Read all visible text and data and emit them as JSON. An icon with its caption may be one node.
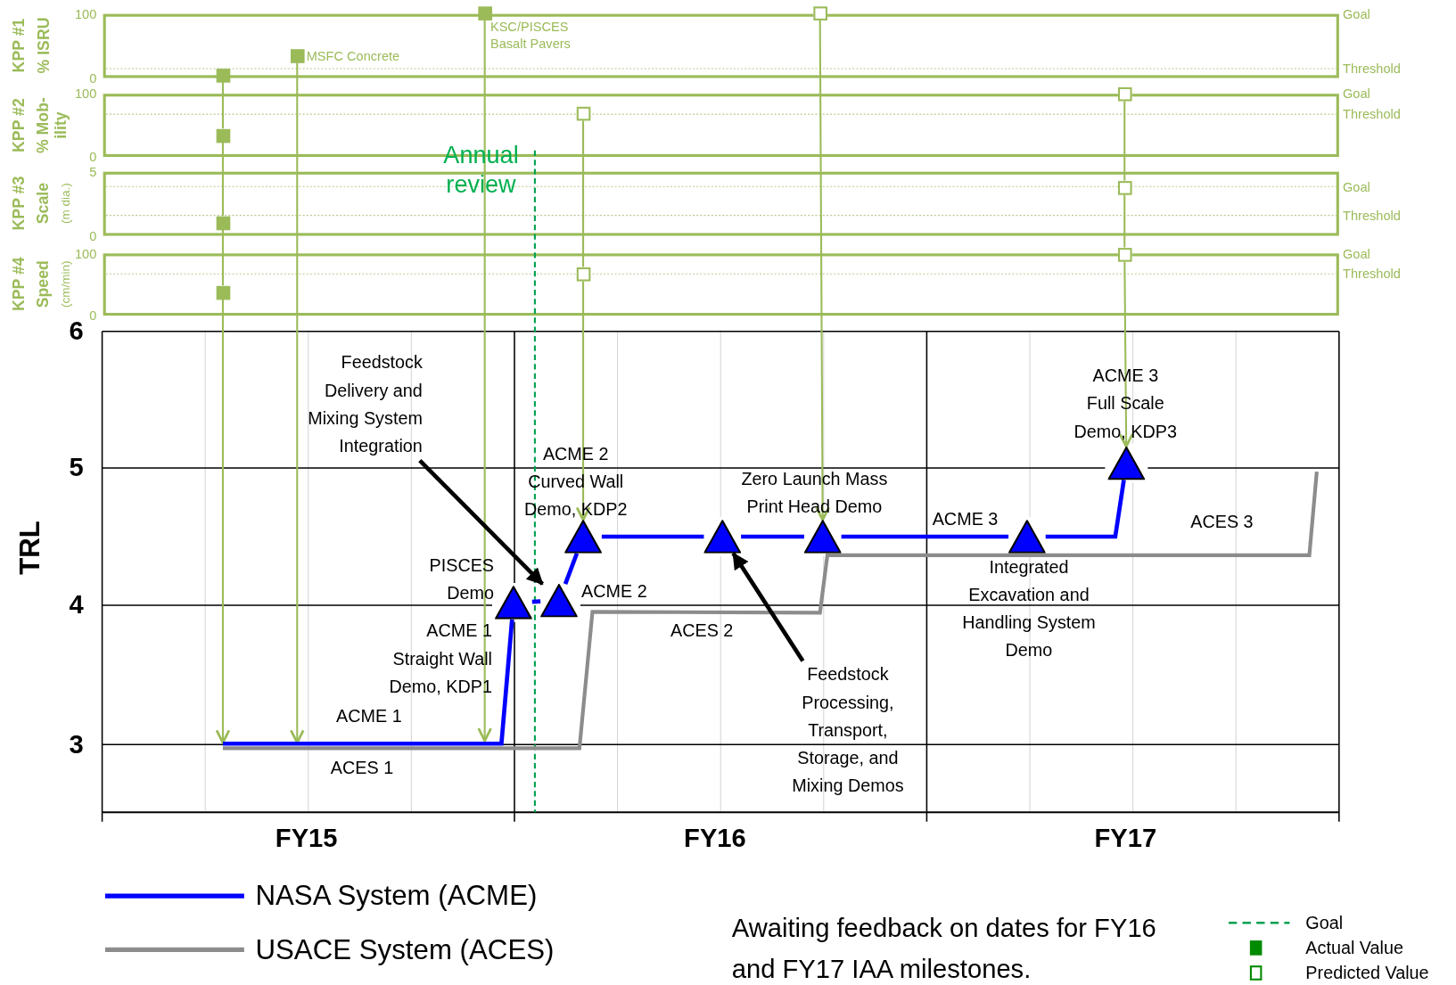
{
  "diagram": {
    "nodes": [
      {
        "text": [],
        "shape": "box",
        "beside": [
          "KSC/PISCES Basalt Pavers"
        ]
      },
      {
        "text": [],
        "shape": "box"
      },
      {
        "text": [],
        "shape": "box",
        "beside": [
          "MSFC Concrete"
        ]
      },
      {
        "text": [],
        "shape": "box"
      },
      {
        "text": [],
        "shape": "box"
      },
      {
        "text": [],
        "shape": "box"
      },
      {
        "text": [],
        "shape": "box"
      },
      {
        "text": [],
        "shape": "box"
      },
      {
        "text": [],
        "shape": "box"
      },
      {
        "text": [],
        "shape": "box"
      },
      {
        "text": [],
        "shape": "box"
      },
      {
        "text": [],
        "shape": "box"
      },
      {
        "text": [
          "Feedstock Delivery and Mixing System Integration"
        ]
      },
      {
        "text": [],
        "shape": "triangle",
        "beside": [
          "ACME 3 Full Scale Demo, KDP3"
        ]
      },
      {
        "text": [],
        "shape": "triangle",
        "beside": [
          "ACME 2 Curved Wall Demo, KDP2"
        ]
      },
      {
        "text": [],
        "shape": "triangle"
      },
      {
        "text": [],
        "shape": "triangle",
        "beside": [
          "Zero Launch Mass Print Head Demo"
        ]
      },
      {
        "text": [],
        "shape": "triangle",
        "beside": [
          "Integrated Excavation and Handling System Demo"
        ]
      },
      {
        "text": [],
        "shape": "triangle",
        "beside": [
          "PISCES Demo"
        ]
      },
      {
        "text": [],
        "shape": "triangle"
      },
      {
        "text": [
          "Feedstock Processing, Transport, Storage, and Mixing Demos"
        ]
      }
    ],
    "edges": [
      {
        "from": 3,
        "to": 6,
        "arrow": "none"
      },
      {
        "from": 6,
        "to": 8,
        "arrow": "none"
      },
      {
        "from": 8,
        "to": 11,
        "arrow": "none"
      },
      {
        "from": 11,
        "to": null,
        "arrow": "to"
      },
      {
        "from": 2,
        "to": null,
        "arrow": "to"
      },
      {
        "from": 0,
        "to": null,
        "arrow": "to"
      },
      {
        "from": 5,
        "to": 10,
        "arrow": "none"
      },
      {
        "from": 10,
        "to": 14,
        "arrow": "to"
      },
      {
        "from": 1,
        "to": 16,
        "arrow": "to"
      },
      {
        "from": 4,
        "to": 7,
        "arrow": "none"
      },
      {
        "from": 7,
        "to": 9,
        "arrow": "none"
      },
      {
        "from": 9,
        "to": 13,
        "arrow": "to"
      },
      {
        "from": 12,
        "to": 19,
        "arrow": "to",
        "style": "thick",
        "color": "#000000"
      },
      {
        "from": 20,
        "to": 15,
        "arrow": "to",
        "style": "thick",
        "color": "#000000"
      },
      {
        "from": null,
        "to": 18,
        "arrow": "none",
        "style": "thick",
        "color": "#0000ff"
      },
      {
        "from": 18,
        "to": 19,
        "arrow": "none",
        "style": "thick",
        "color": "#0000ff"
      },
      {
        "from": 19,
        "to": 14,
        "arrow": "none",
        "style": "thick",
        "color": "#0000ff"
      },
      {
        "from": 14,
        "to": 15,
        "arrow": "none",
        "style": "thick",
        "color": "#0000ff"
      },
      {
        "from": 15,
        "to": 16,
        "arrow": "none",
        "style": "thick",
        "color": "#0000ff"
      },
      {
        "from": 16,
        "to": 17,
        "arrow": "none",
        "style": "thick",
        "color": "#0000ff"
      },
      {
        "from": 17,
        "to": 13,
        "arrow": "none",
        "style": "thick",
        "color": "#0000ff"
      }
    ],
    "labels": [
      "KPP #1",
      "% ISRU",
      "100",
      "0",
      "Goal",
      "Threshold",
      "KPP #2",
      "% Mob- ility",
      "100",
      "0",
      "Goal",
      "Threshold",
      "KPP #3",
      "Scale",
      "(m dia.)",
      "5",
      "0",
      "Goal",
      "Threshold",
      "KPP #4",
      "Speed",
      "(cm/min)",
      "100",
      "0",
      "Goal",
      "Threshold",
      "Annual review",
      "6",
      "5",
      "4",
      "3",
      "TRL",
      "ACME 1 Straight Wall Demo, KDP1",
      "ACME 2",
      "ACME 1",
      "ACES 1",
      "ACES 2",
      "ACME 3",
      "ACES 3",
      "FY15",
      "FY16",
      "FY17",
      "Awaiting feedback on dates for FY16 and FY17 IAA milestones."
    ],
    "legend": [
      {
        "text": "NASA System (ACME)"
      },
      {
        "text": "USACE System (ACES)"
      },
      {
        "text": "Goal"
      },
      {
        "text": "Actual Value"
      },
      {
        "text": "Predicted Value"
      }
    ]
  }
}
